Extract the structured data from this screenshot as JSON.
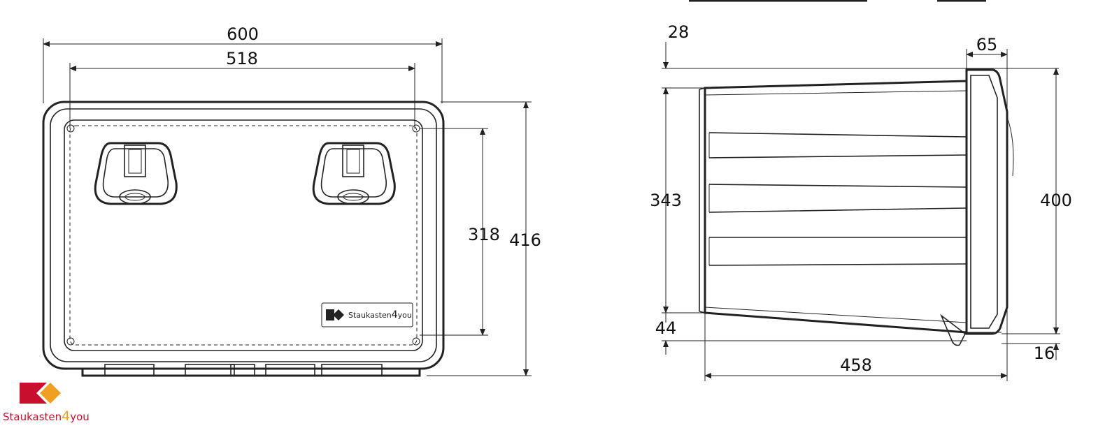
{
  "front_view": {
    "dim_total_width": "600",
    "dim_door_width": "518",
    "dim_door_height": "318",
    "dim_total_height": "416"
  },
  "side_view": {
    "dim_top_offset": "28",
    "dim_lid_depth": "65",
    "dim_body_height": "343",
    "dim_total_height": "400",
    "dim_bottom_offset": "44",
    "dim_lid_overhang": "16",
    "dim_total_depth": "458"
  },
  "door_label": {
    "brand_name": "Staukasten",
    "brand_number": "4",
    "brand_suffix": "you"
  },
  "logo": {
    "brand_name": "Staukasten",
    "brand_number": "4",
    "brand_suffix": "you",
    "colors": {
      "red": "#c8102e",
      "orange": "#f0a020"
    }
  }
}
